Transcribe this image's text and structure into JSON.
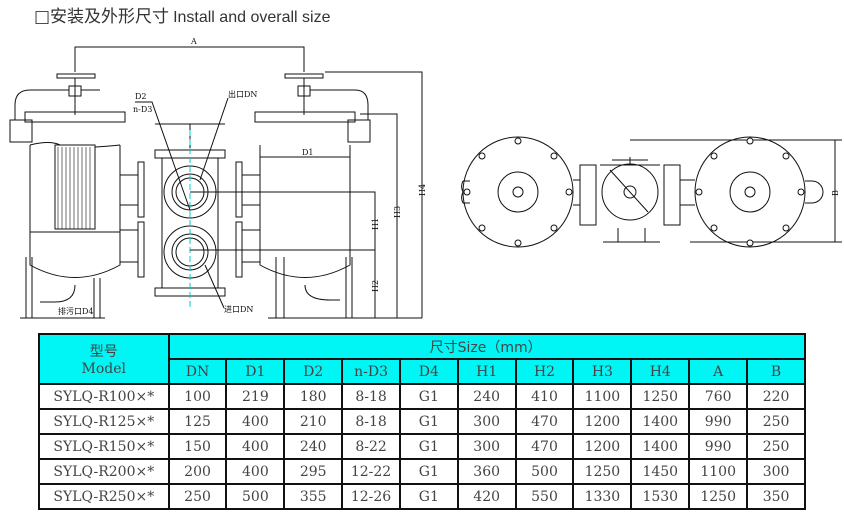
{
  "title": {
    "cn": "□安装及外形尺寸",
    "en": "Install and overall size"
  },
  "drawing_labels": {
    "A": "A",
    "B": "B",
    "D1": "D1",
    "D2": "D2",
    "nD3": "n-D3",
    "H1": "H1",
    "H2": "H2",
    "H3": "H3",
    "H4": "H4",
    "outlet": "出口DN",
    "inlet": "进口DN",
    "drain": "排污口D4"
  },
  "table": {
    "model_cn": "型号",
    "model_en": "Model",
    "size_header": "尺寸Size（mm）",
    "columns": [
      "DN",
      "D1",
      "D2",
      "n-D3",
      "D4",
      "H1",
      "H2",
      "H3",
      "H4",
      "A",
      "B"
    ],
    "rows": [
      [
        "SYLQ-R100×*",
        "100",
        "219",
        "180",
        "8-18",
        "G1",
        "240",
        "410",
        "1100",
        "1250",
        "760",
        "220"
      ],
      [
        "SYLQ-R125×*",
        "125",
        "400",
        "210",
        "8-18",
        "G1",
        "300",
        "470",
        "1200",
        "1400",
        "990",
        "250"
      ],
      [
        "SYLQ-R150×*",
        "150",
        "400",
        "240",
        "8-22",
        "G1",
        "300",
        "470",
        "1200",
        "1400",
        "990",
        "250"
      ],
      [
        "SYLQ-R200×*",
        "200",
        "400",
        "295",
        "12-22",
        "G1",
        "360",
        "500",
        "1250",
        "1450",
        "1100",
        "300"
      ],
      [
        "SYLQ-R250×*",
        "250",
        "500",
        "355",
        "12-26",
        "G1",
        "420",
        "550",
        "1330",
        "1530",
        "1250",
        "350"
      ]
    ]
  }
}
